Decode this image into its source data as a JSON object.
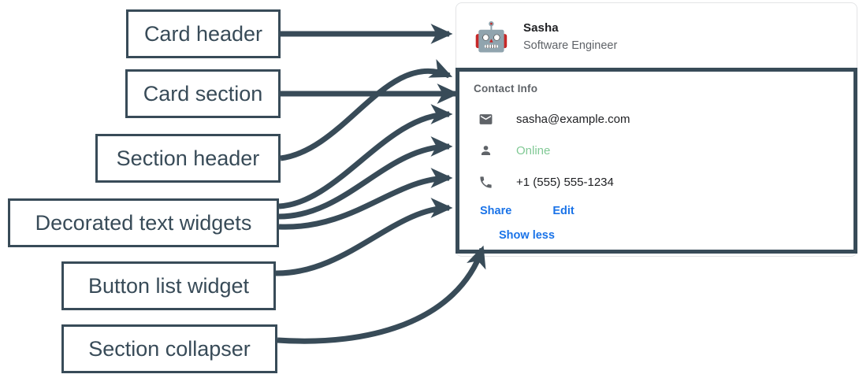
{
  "annotations": [
    {
      "id": "card-header",
      "label": "Card header"
    },
    {
      "id": "card-section",
      "label": "Card section"
    },
    {
      "id": "section-header",
      "label": "Section header"
    },
    {
      "id": "decorated-text",
      "label": "Decorated text widgets"
    },
    {
      "id": "button-list",
      "label": "Button list widget"
    },
    {
      "id": "section-collapser",
      "label": "Section collapser"
    }
  ],
  "card": {
    "header": {
      "avatar_icon": "robot-avatar-icon",
      "avatar_glyph": "🤖",
      "title": "Sasha",
      "subtitle": "Software Engineer"
    },
    "section": {
      "header": "Contact Info",
      "rows": [
        {
          "icon": "email-icon",
          "text": "sasha@example.com",
          "style": "normal"
        },
        {
          "icon": "person-icon",
          "text": "Online",
          "style": "online"
        },
        {
          "icon": "phone-icon",
          "text": "+1 (555) 555-1234",
          "style": "normal"
        }
      ],
      "buttons": [
        {
          "label": "Share"
        },
        {
          "label": "Edit"
        }
      ],
      "collapser": {
        "label": "Show less"
      }
    }
  },
  "colors": {
    "annotation_stroke": "#384b58",
    "link_blue": "#1a73e8",
    "online_green": "#81c995",
    "muted_gray": "#5f6368",
    "text_dark": "#202124",
    "card_border": "#e3e4e6"
  }
}
